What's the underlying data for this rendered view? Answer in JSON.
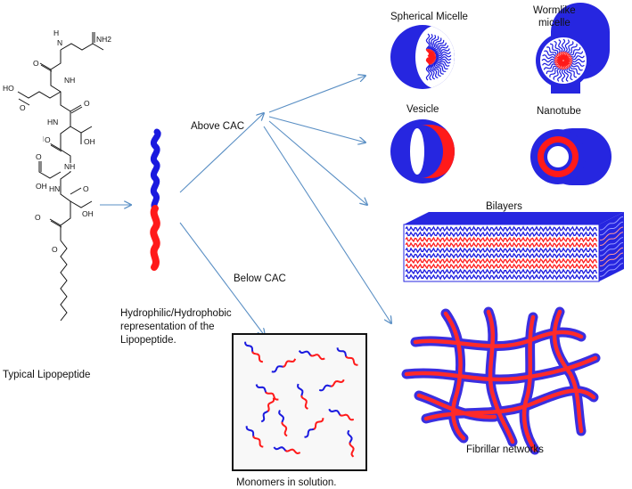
{
  "colors": {
    "hydrophilic": "#1a1adf",
    "hydrophobic": "#ff1a1a",
    "shell": "#2626e0",
    "arrow": "#5a8fc4",
    "line": "#111111"
  },
  "labels": {
    "lipopeptide": "Typical Lipopeptide",
    "representation": "Hydrophilic/Hydrophobic\nrepresentation of the\nLipopeptide.",
    "above_cac": "Above CAC",
    "below_cac": "Below CAC",
    "monomers": "Monomers in solution.",
    "spherical_micelle": "Spherical Micelle",
    "wormlike_micelle": "Wormlike\nmicelle",
    "vesicle": "Vesicle",
    "nanotube": "Nanotube",
    "bilayers": "Bilayers",
    "fibrillar": "Fibrillar networks"
  },
  "atoms": [
    {
      "id": "n1",
      "text": "H"
    },
    {
      "id": "n2",
      "text": "N"
    },
    {
      "id": "o1",
      "text": "O"
    },
    {
      "id": "nh2",
      "text": "NH2"
    },
    {
      "id": "nh1",
      "text": "NH"
    },
    {
      "id": "ho",
      "text": "HO"
    },
    {
      "id": "o2",
      "text": "O"
    },
    {
      "id": "o3",
      "text": "O"
    },
    {
      "id": "hn1",
      "text": "HN"
    },
    {
      "id": "h1",
      "text": "H"
    },
    {
      "id": "oh1",
      "text": "OH"
    },
    {
      "id": "o4",
      "text": "O"
    },
    {
      "id": "nh3",
      "text": "NH"
    },
    {
      "id": "o5",
      "text": "O"
    },
    {
      "id": "oh2",
      "text": "OH"
    },
    {
      "id": "hn2",
      "text": "HN"
    },
    {
      "id": "o6",
      "text": "O"
    },
    {
      "id": "oh3",
      "text": "OH"
    },
    {
      "id": "o7",
      "text": "O"
    },
    {
      "id": "o8",
      "text": "O"
    }
  ]
}
